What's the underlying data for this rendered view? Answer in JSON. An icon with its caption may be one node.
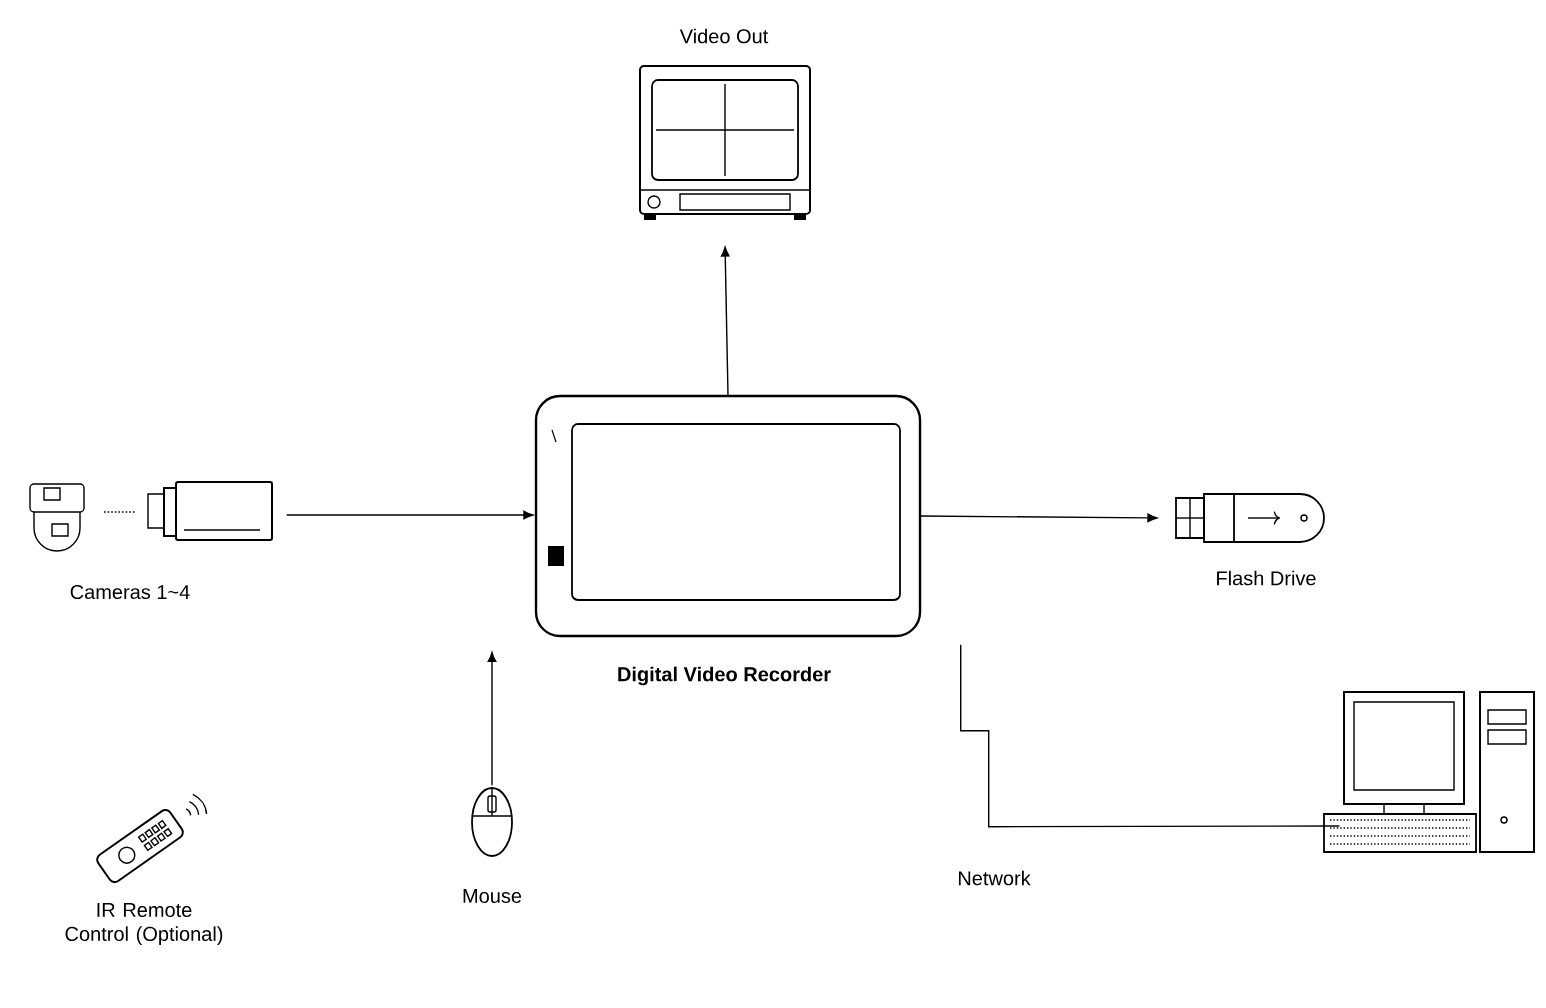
{
  "diagram": {
    "nodes": [
      {
        "text": [
          "Video Out"
        ]
      },
      {
        "text": [
          "Cameras 1~4"
        ]
      },
      {
        "text": [
          "Digital Video Recorder"
        ]
      },
      {
        "text": [
          "Flash Drive"
        ]
      },
      {
        "text": [
          "IR Remote Control (Optional)"
        ]
      },
      {
        "text": [
          "Mouse"
        ]
      },
      {
        "text": [],
        "shape": "computer"
      }
    ],
    "edges": [
      {
        "from": 2,
        "to": 0,
        "arrow": "to"
      },
      {
        "from": 1,
        "to": 2,
        "arrow": "to"
      },
      {
        "from": 2,
        "to": 3,
        "arrow": "to"
      },
      {
        "from": 5,
        "to": 2,
        "arrow": "to"
      },
      {
        "from": 2,
        "to": 6,
        "arrow": "none"
      }
    ],
    "labels": [
      "Network"
    ]
  }
}
